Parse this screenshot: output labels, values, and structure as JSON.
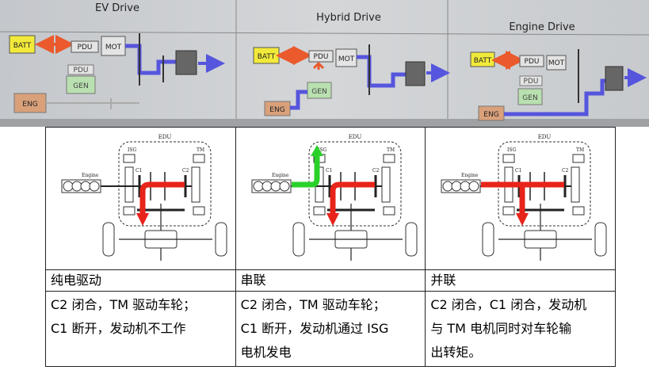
{
  "photo": {
    "panels": [
      {
        "title": "EV Drive",
        "batt": "BATT",
        "pdu": "PDU",
        "mot": "MOT",
        "pdu2": "PDU",
        "gen": "GEN",
        "eng": "ENG"
      },
      {
        "title": "Hybrid Drive",
        "batt": "BATT",
        "pdu": "PDU",
        "mot": "MOT",
        "gen": "GEN",
        "eng": "ENG"
      },
      {
        "title": "Engine Drive",
        "batt": "BATT",
        "pdu": "PDU",
        "mot": "MOT",
        "pdu2": "PDU",
        "gen": "GEN",
        "eng": "ENG"
      }
    ]
  },
  "diagram_labels": {
    "edu": "EDU",
    "isg": "ISG",
    "tm": "TM",
    "c1": "C1",
    "c2": "C2",
    "engine": "Engine"
  },
  "table": {
    "modes": [
      "纯电驱动",
      "串联",
      "并联"
    ],
    "descriptions": [
      [
        "C2 闭合，TM 驱动车轮；",
        "C1 断开，发动机不工作"
      ],
      [
        "C2 闭合，TM 驱动车轮；",
        "C1 断开，发动机通过 ISG",
        "电机发电"
      ],
      [
        "C2 闭合，C1 闭合，发动机",
        "与 TM 电机同时对车轮输",
        "出转矩。"
      ]
    ]
  },
  "colors": {
    "batt": "#f2ea3a",
    "eng": "#d9a07a",
    "flow": "#5555dd",
    "gen": "#b9e0b0",
    "power_red": "#e8231a",
    "power_green": "#2bd12b"
  }
}
